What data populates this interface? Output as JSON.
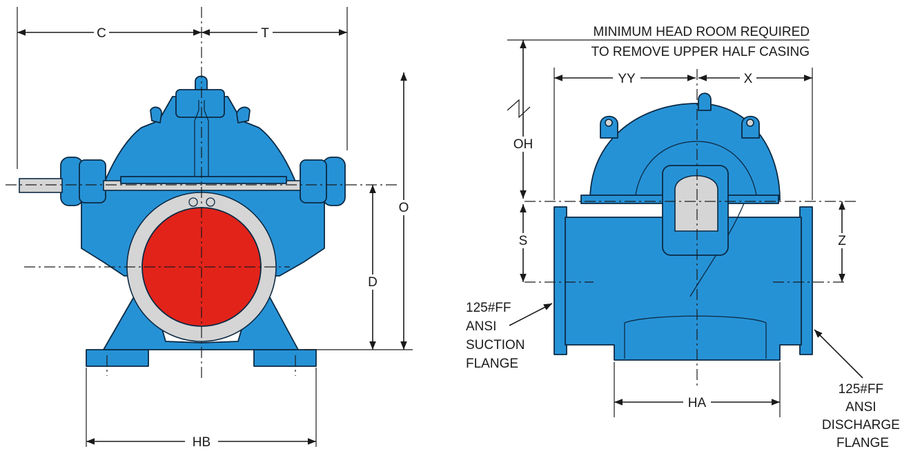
{
  "left_view": {
    "dim_c": "C",
    "dim_t": "T",
    "dim_o": "O",
    "dim_d": "D",
    "dim_hb": "HB"
  },
  "right_view": {
    "headroom_line1": "MINIMUM HEAD ROOM REQUIRED",
    "headroom_line2": "TO REMOVE UPPER HALF CASING",
    "dim_yy": "YY",
    "dim_x": "X",
    "dim_oh": "OH",
    "dim_s": "S",
    "dim_z": "Z",
    "dim_ha": "HA",
    "suction_label": [
      "125#FF",
      "ANSI",
      "SUCTION",
      "FLANGE"
    ],
    "discharge_label": [
      "125#FF",
      "ANSI",
      "DISCHARGE",
      "FLANGE"
    ]
  },
  "colors": {
    "casing": "#2692d6",
    "suction_opening": "#e2231a",
    "shaft": "#d5d5d5",
    "outline": "#0b2a44"
  }
}
